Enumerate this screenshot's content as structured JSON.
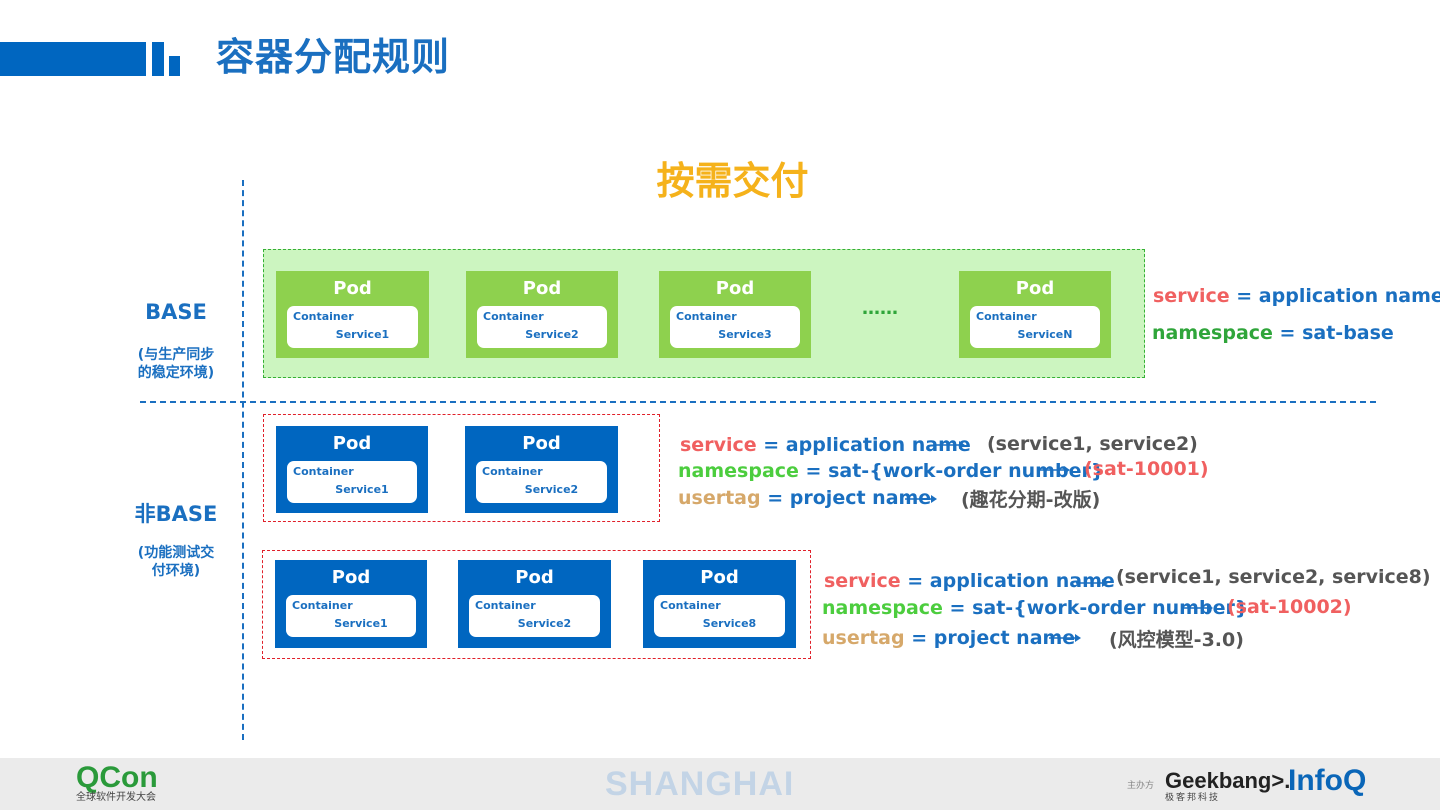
{
  "header": {
    "title": "容器分配规则"
  },
  "subtitle": "按需交付",
  "environments": {
    "base": {
      "title": "BASE",
      "subtitle": [
        "(与生产同步",
        "的稳定环境)"
      ]
    },
    "non_base": {
      "title": "非BASE",
      "subtitle": [
        "(功能测试交",
        "付环境)"
      ]
    }
  },
  "base_group": {
    "pods": [
      {
        "title": "Pod",
        "container": "Container",
        "service": "Service1"
      },
      {
        "title": "Pod",
        "container": "Container",
        "service": "Service2"
      },
      {
        "title": "Pod",
        "container": "Container",
        "service": "Service3"
      },
      {
        "title": "Pod",
        "container": "Container",
        "service": "ServiceN"
      }
    ],
    "ellipsis": "……",
    "labels": {
      "service_key": "service",
      "service_eq": "=",
      "service_val": "application name",
      "namespace_key": "namespace",
      "namespace_eq": "=",
      "namespace_val": "sat-base"
    }
  },
  "non_base_group_1": {
    "pods": [
      {
        "title": "Pod",
        "container": "Container",
        "service": "Service1"
      },
      {
        "title": "Pod",
        "container": "Container",
        "service": "Service2"
      }
    ],
    "rules": [
      {
        "key": "service",
        "eq": "=",
        "val": "application name",
        "result": "(service1, service2)"
      },
      {
        "key": "namespace",
        "eq": "=",
        "val": "sat-{work-order number}",
        "result": "(sat-10001)"
      },
      {
        "key": "usertag",
        "eq": "=",
        "val": "project name",
        "result": "(趣花分期-改版)"
      }
    ]
  },
  "non_base_group_2": {
    "pods": [
      {
        "title": "Pod",
        "container": "Container",
        "service": "Service1"
      },
      {
        "title": "Pod",
        "container": "Container",
        "service": "Service2"
      },
      {
        "title": "Pod",
        "container": "Container",
        "service": "Service8"
      }
    ],
    "rules": [
      {
        "key": "service",
        "eq": "=",
        "val": "application name",
        "result": "(service1, service2, service8)"
      },
      {
        "key": "namespace",
        "eq": "=",
        "val": "sat-{work-order number}",
        "result": "(sat-10002)"
      },
      {
        "key": "usertag",
        "eq": "=",
        "val": "project name",
        "result": "(风控模型-3.0)"
      }
    ]
  },
  "footer": {
    "qcon": "QCon",
    "qcon_sub": "全球软件开发大会",
    "city": "SHANGHAI",
    "sponsor_label": "主办方",
    "geekbang": "Geekbang>.",
    "geekbang_sub": "极客邦科技",
    "infoq": "InfoQ"
  },
  "colors": {
    "brand_blue": "#0066c0",
    "pod_green": "#8ed14e",
    "group_green": "#ccf5c0",
    "accent_yellow": "#f5b21b",
    "key_red": "#f06060",
    "key_green": "#4ccd3e",
    "key_tan": "#d6a86a"
  }
}
